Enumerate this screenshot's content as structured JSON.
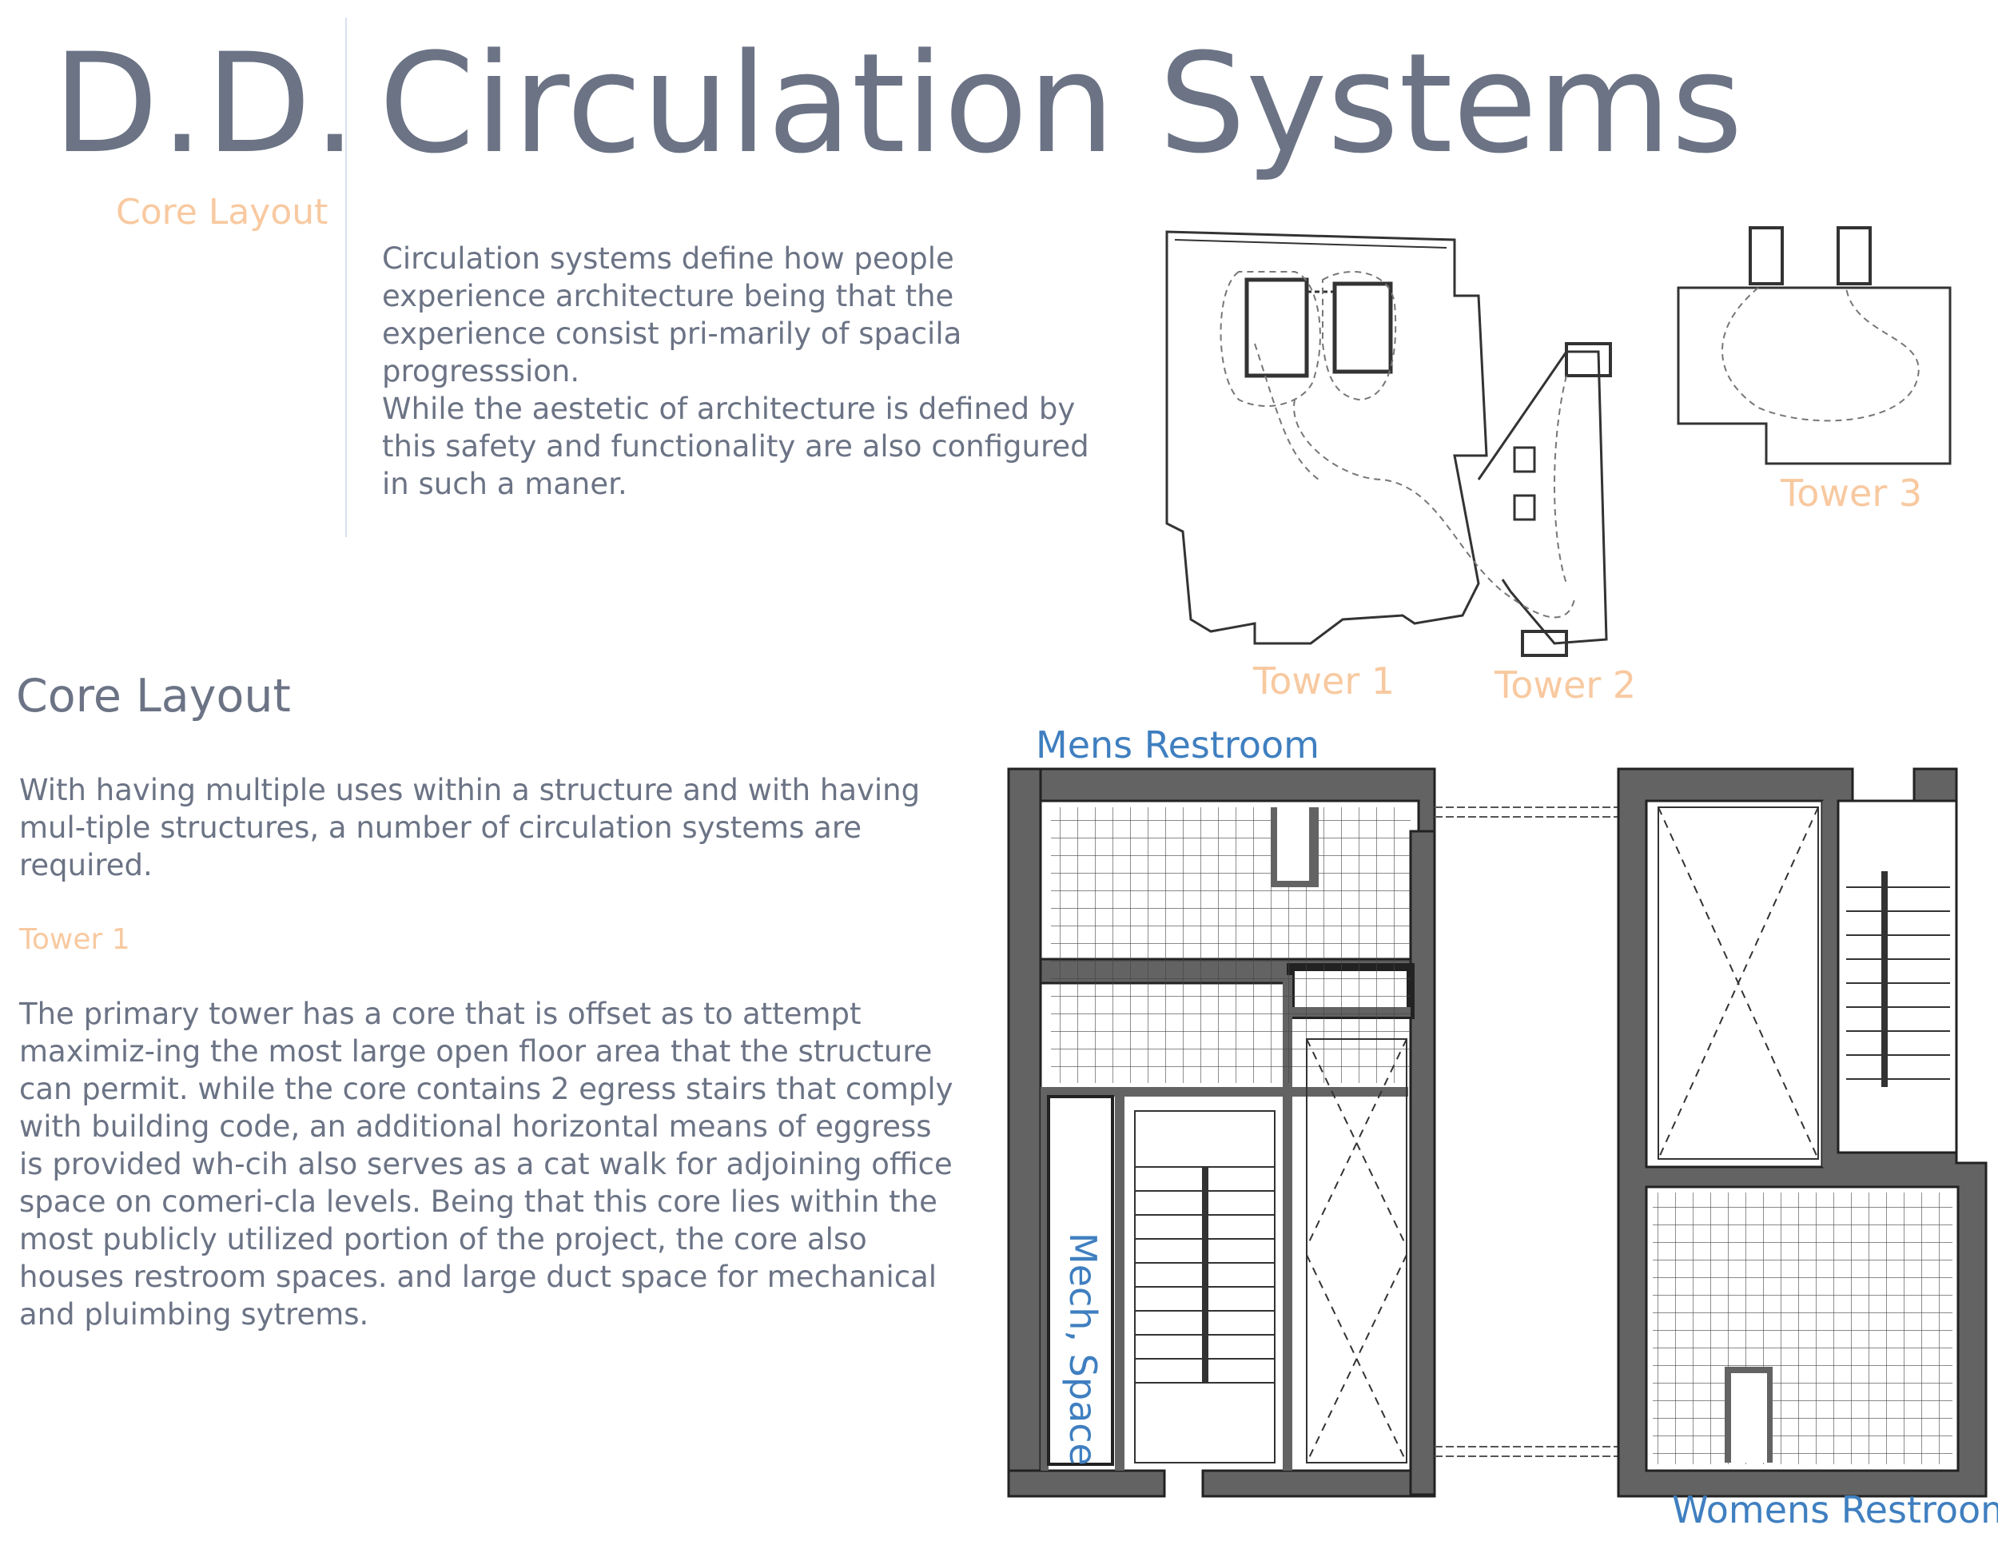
{
  "header": {
    "dd": "D.D.",
    "title": "Circulation Systems",
    "subtitle": "Core Layout"
  },
  "intro": {
    "paragraph1": "Circulation systems define how people experience architecture being that the experience consist pri-marily of spacila progresssion.",
    "paragraph2": "While the aestetic of architecture is defined by this safety and functionality are also configured in such a maner."
  },
  "core_section": {
    "heading": "Core Layout",
    "paragraph1": "With having multiple uses within a structure and with having mul-tiple structures, a number of circulation systems are required.",
    "tower_label": "Tower 1",
    "paragraph2": "The primary tower has a core that is offset as to attempt maximiz-ing the most large open floor area that the structure can permit. while the core contains 2 egress stairs that comply with building code, an additional horizontal means of eggress is provided wh-cih also serves as a cat walk for adjoining office space on comeri-cla levels. Being that this core lies within the most publicly utilized portion of the project, the core also houses restroom spaces. and large duct space for mechanical and pluimbing sytrems."
  },
  "site_plan": {
    "tower1": "Tower 1",
    "tower2": "Tower 2",
    "tower3": "Tower 3"
  },
  "core_plan": {
    "mens": "Mens Restroom",
    "womens": "Womens Restroom",
    "mech": "Mech, Space"
  },
  "colors": {
    "title": "#6b7385",
    "accent_orange": "#f8c9a0",
    "label_blue": "#3f7fc0",
    "wall_fill": "#636363"
  }
}
